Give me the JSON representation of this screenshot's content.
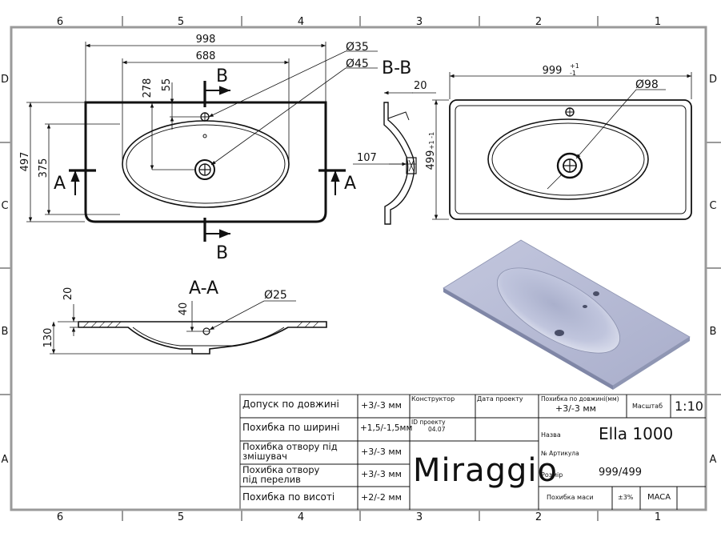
{
  "frame": {
    "col_labels": [
      "6",
      "5",
      "4",
      "3",
      "2",
      "1"
    ],
    "row_labels": [
      "D",
      "C",
      "B",
      "A"
    ]
  },
  "top_view": {
    "dim_width": "998",
    "dim_inner": "688",
    "dim_278": "278",
    "dim_55": "55",
    "dim_height": "497",
    "dim_375": "375",
    "dia_35": "Ø35",
    "dia_45": "Ø45",
    "section_b_top": "B",
    "section_b_bottom": "B",
    "section_a_left": "A",
    "section_a_right": "A"
  },
  "section_bb": {
    "title": "B-B",
    "dim_20": "20",
    "dim_107": "107"
  },
  "right_view": {
    "dim_width": "999",
    "tol_width": "+1\n-1",
    "dim_height": "499",
    "tol_height": "+1\n-1",
    "dia_98": "Ø98"
  },
  "section_aa": {
    "title": "A-A",
    "dim_20": "20",
    "dim_40": "40",
    "dim_130": "130",
    "dia_25": "Ø25"
  },
  "title_block": {
    "rows": [
      {
        "label": "Допуск по довжині",
        "value": "+3/-3 мм"
      },
      {
        "label": "Похибка по ширині",
        "value": "+1,5/-1,5мм"
      },
      {
        "label": "Похибка отвору під змішувач",
        "value": "+3/-3 мм"
      },
      {
        "label": "Похибка отвору під перелив",
        "value": "+3/-3 мм"
      },
      {
        "label": "Похибка по висоті",
        "value": "+2/-2 мм"
      }
    ],
    "designer_label": "Конструктор",
    "date_label": "Дата проекту",
    "project_label": "ID проекту",
    "project_value": "04.07",
    "brand": "Miraggio",
    "length_tol_label": "Похибка по довжині(мм)",
    "length_tol_value": "+3/-3 мм",
    "scale_label": "Масштаб",
    "scale_value": "1:10",
    "name_label": "Назва",
    "name_value": "Ella 1000",
    "article_label": "№ Артикула",
    "size_label": "Розмір",
    "size_value": "999/499",
    "mass_label": "Похибка маси",
    "mass_value": "±3%",
    "material": "MACA"
  },
  "colors": {
    "line": "#111111",
    "frame": "#9a9a9a",
    "render_top": "#b4b9d3",
    "render_side": "#7f86a6"
  }
}
